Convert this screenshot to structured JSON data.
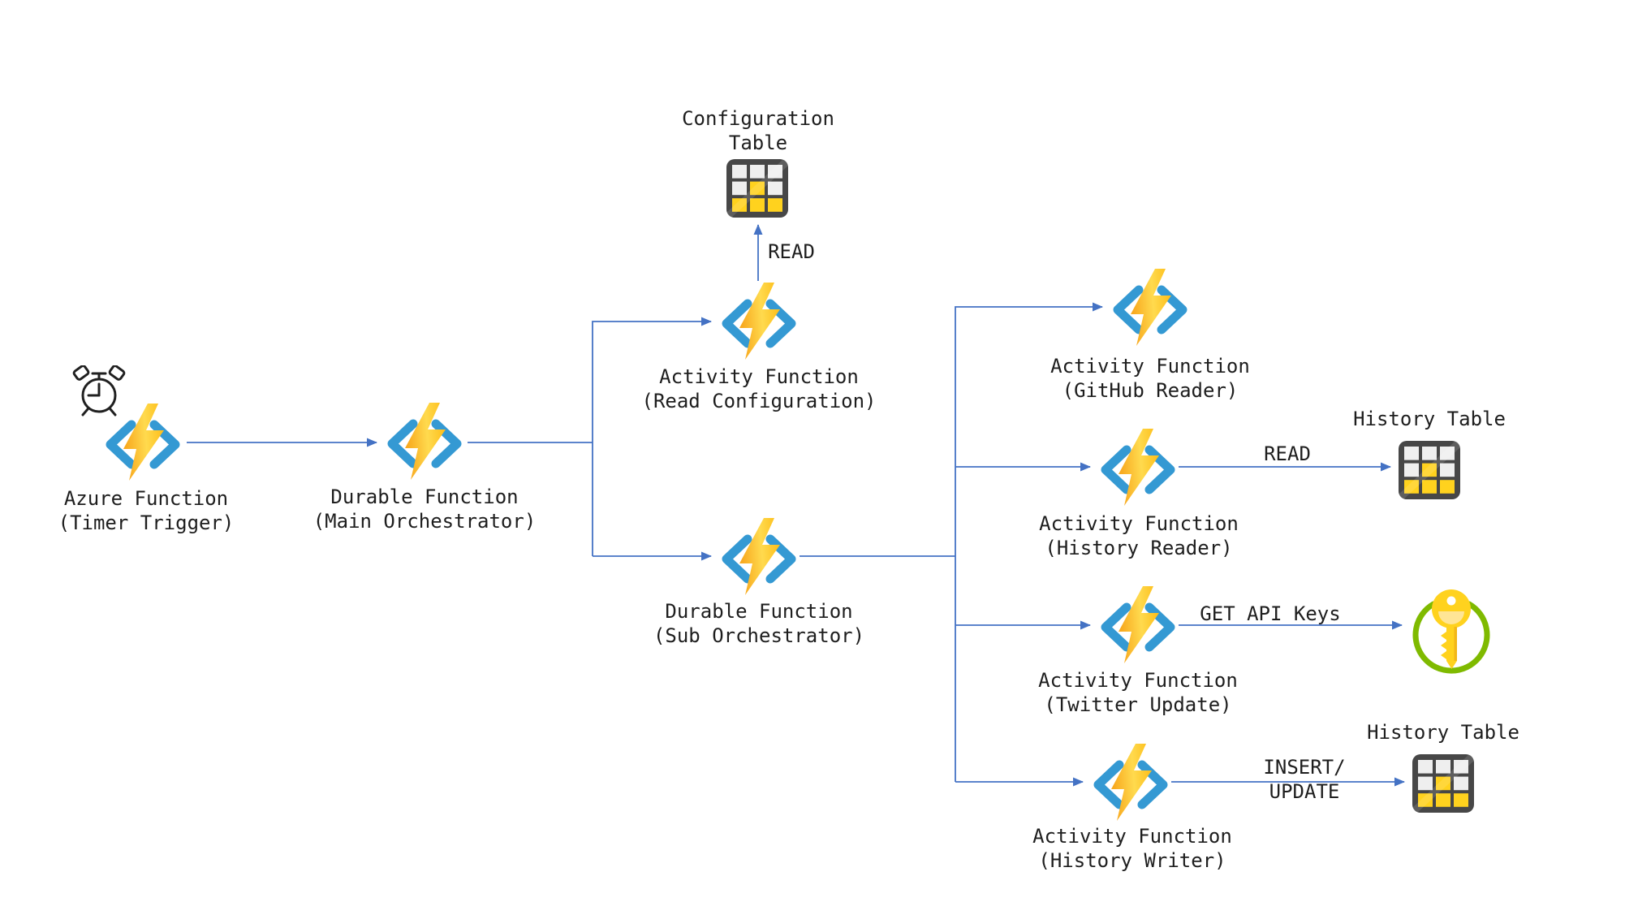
{
  "diagram_type": "azure-durable-functions-architecture",
  "colors": {
    "background": "#FFFFFF",
    "connector": "#4472C4",
    "text": "#1E1E1E",
    "bracket_blue": "#3499D3",
    "bolt_amber": "#F8A91F",
    "bolt_highlight": "#FFDA4E",
    "bolt_deep": "#FDBA12",
    "table_frame": "#474747",
    "table_cell_light": "#EFEFEF",
    "table_cell_yellow": "#FFD21E",
    "key_green": "#7FBA00",
    "key_yellow": "#FFD21E",
    "clock_stroke": "#202020"
  },
  "nodes": {
    "timer": {
      "line1": "Azure Function",
      "line2": "(Timer Trigger)",
      "icon": "azure-function-lightning",
      "badge_icon": "alarm-clock"
    },
    "main_orchestrator": {
      "line1": "Durable Function",
      "line2": "(Main Orchestrator)",
      "icon": "azure-function-lightning"
    },
    "read_configuration": {
      "line1": "Activity Function",
      "line2": "(Read Configuration)",
      "icon": "azure-function-lightning"
    },
    "sub_orchestrator": {
      "line1": "Durable Function",
      "line2": "(Sub Orchestrator)",
      "icon": "azure-function-lightning"
    },
    "github_reader": {
      "line1": "Activity Function",
      "line2": "(GitHub Reader)",
      "icon": "azure-function-lightning"
    },
    "history_reader": {
      "line1": "Activity Function",
      "line2": "(History Reader)",
      "icon": "azure-function-lightning"
    },
    "twitter_update": {
      "line1": "Activity Function",
      "line2": "(Twitter Update)",
      "icon": "azure-function-lightning"
    },
    "history_writer": {
      "line1": "Activity Function",
      "line2": "(History Writer)",
      "icon": "azure-function-lightning"
    }
  },
  "stores": {
    "configuration_table": {
      "line1": "Configuration",
      "line2": "Table",
      "icon": "storage-table"
    },
    "history_table_read": {
      "label": "History Table",
      "icon": "storage-table"
    },
    "history_table_write": {
      "label": "History Table",
      "icon": "storage-table"
    },
    "api_keys": {
      "icon": "key-vault"
    }
  },
  "edge_labels": {
    "read_configuration": "READ",
    "read_history": "READ",
    "get_api_keys": "GET API Keys",
    "insert_update_line1": "INSERT/",
    "insert_update_line2": "UPDATE"
  }
}
